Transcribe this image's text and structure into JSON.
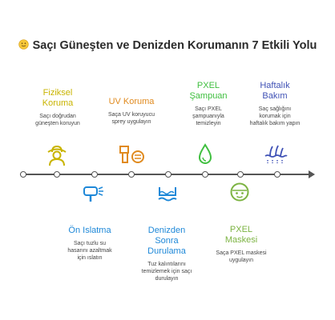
{
  "title": "Saçı Güneşten ve Denizden Korumanın 7 Etkili Yolu",
  "steps": [
    {
      "heading": "Fiziksel\nKoruma",
      "desc": "Saçı doğrudan\ngüneşten koruyun",
      "color": "#c9b400"
    },
    {
      "heading": "Ön Islatma",
      "desc": "Saçı tuzlu su\nhasarını azaltmak\niçin ıslatın",
      "color": "#1e88d8"
    },
    {
      "heading": "UV Koruma",
      "desc": "Saça UV koruyucu\nsprey uygulayın",
      "color": "#e08a1e"
    },
    {
      "heading": "Denizden\nSonra\nDurulama",
      "desc": "Tuz kalıntılarını\ntemizlemek için saçı\ndurulayın",
      "color": "#1e88d8"
    },
    {
      "heading": "PXEL\nŞampuan",
      "desc": "Saçı PXEL\nşampuanıyla\ntemizleyin",
      "color": "#3fbf3f"
    },
    {
      "heading": "PXEL\nMaskesi",
      "desc": "Saça PXEL maskesi\nuygulayın",
      "color": "#7cb342"
    },
    {
      "heading": "Haftalık\nBakım",
      "desc": "Saç sağlığını\nkorumak için\nhaftalık bakım yapın",
      "color": "#3f51b5"
    }
  ]
}
